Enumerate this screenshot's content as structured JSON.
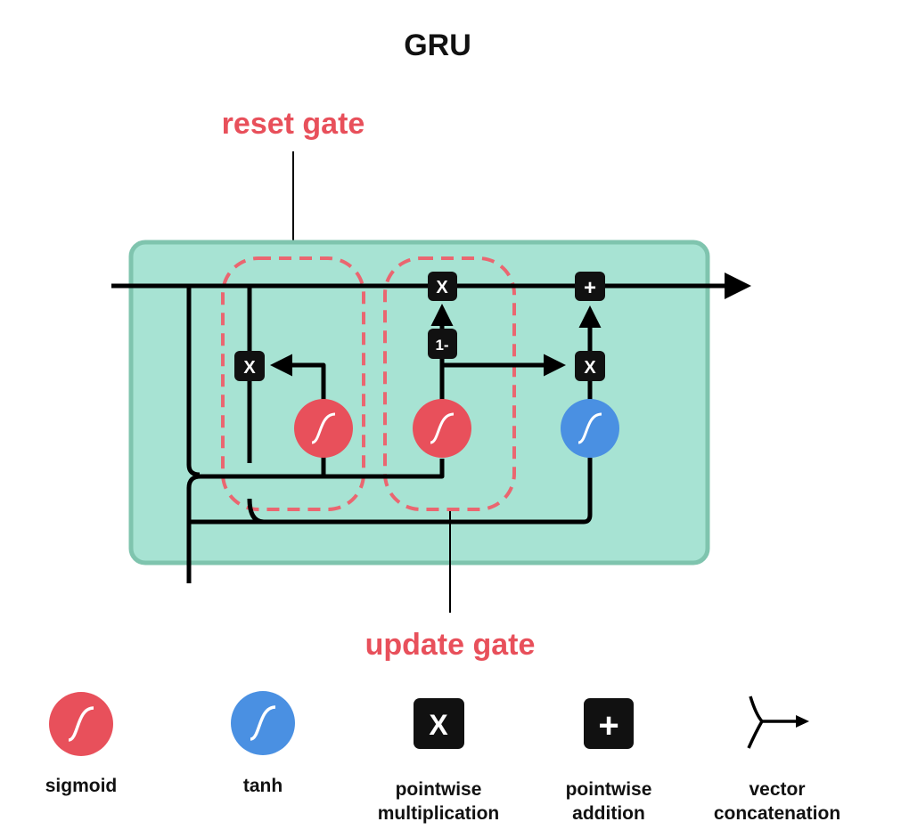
{
  "title": "GRU",
  "gates": {
    "reset_label": "reset gate",
    "update_label": "update gate"
  },
  "cell": {
    "ops": {
      "multiply_symbol": "X",
      "add_symbol": "+",
      "one_minus_symbol": "1-"
    },
    "activations": [
      {
        "name": "reset-sigmoid",
        "function": "sigmoid",
        "gate": "reset"
      },
      {
        "name": "update-sigmoid",
        "function": "sigmoid",
        "gate": "update"
      },
      {
        "name": "candidate-tanh",
        "function": "tanh",
        "gate": "candidate"
      }
    ]
  },
  "legend": {
    "sigmoid": "sigmoid",
    "tanh": "tanh",
    "multiply_symbol": "X",
    "add_symbol": "+",
    "pointwise_mult_line1": "pointwise",
    "pointwise_mult_line2": "multiplication",
    "pointwise_add_line1": "pointwise",
    "pointwise_add_line2": "addition",
    "concat_line1": "vector",
    "concat_line2": "concatenation"
  },
  "colors": {
    "cell_fill": "#a7e3d3",
    "cell_border": "#7fc4ae",
    "sigmoid": "#e8505b",
    "tanh": "#4a90e2",
    "gate_outline": "#ea6670",
    "gate_label": "#e8505b",
    "op_box": "#111111"
  }
}
